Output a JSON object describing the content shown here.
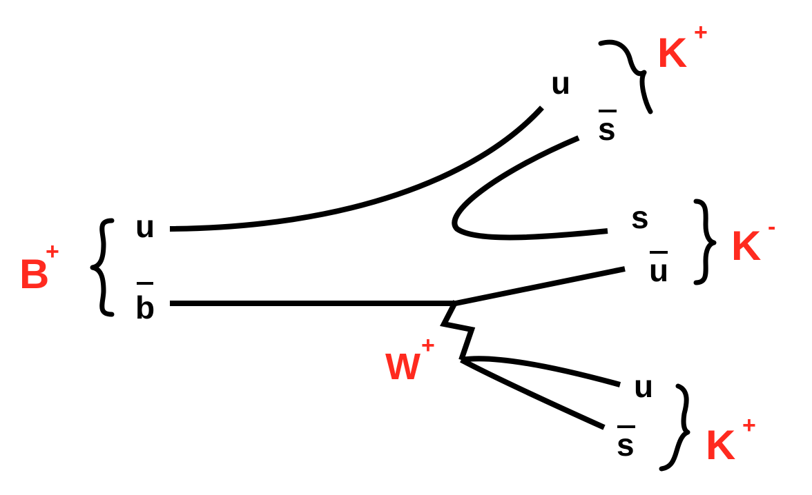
{
  "colors": {
    "hadron": "#ff2a1f",
    "line": "#000000"
  },
  "initial_meson": {
    "name": "B",
    "charge": "+",
    "quarks": [
      "u",
      "b"
    ]
  },
  "boson": {
    "name": "W",
    "charge": "+"
  },
  "final_mesons": [
    {
      "name": "K",
      "charge": "+",
      "quarks": [
        "u",
        "s"
      ]
    },
    {
      "name": "K",
      "charge": "-",
      "quarks": [
        "s",
        "u"
      ]
    },
    {
      "name": "K",
      "charge": "+",
      "quarks": [
        "u",
        "s"
      ]
    }
  ]
}
